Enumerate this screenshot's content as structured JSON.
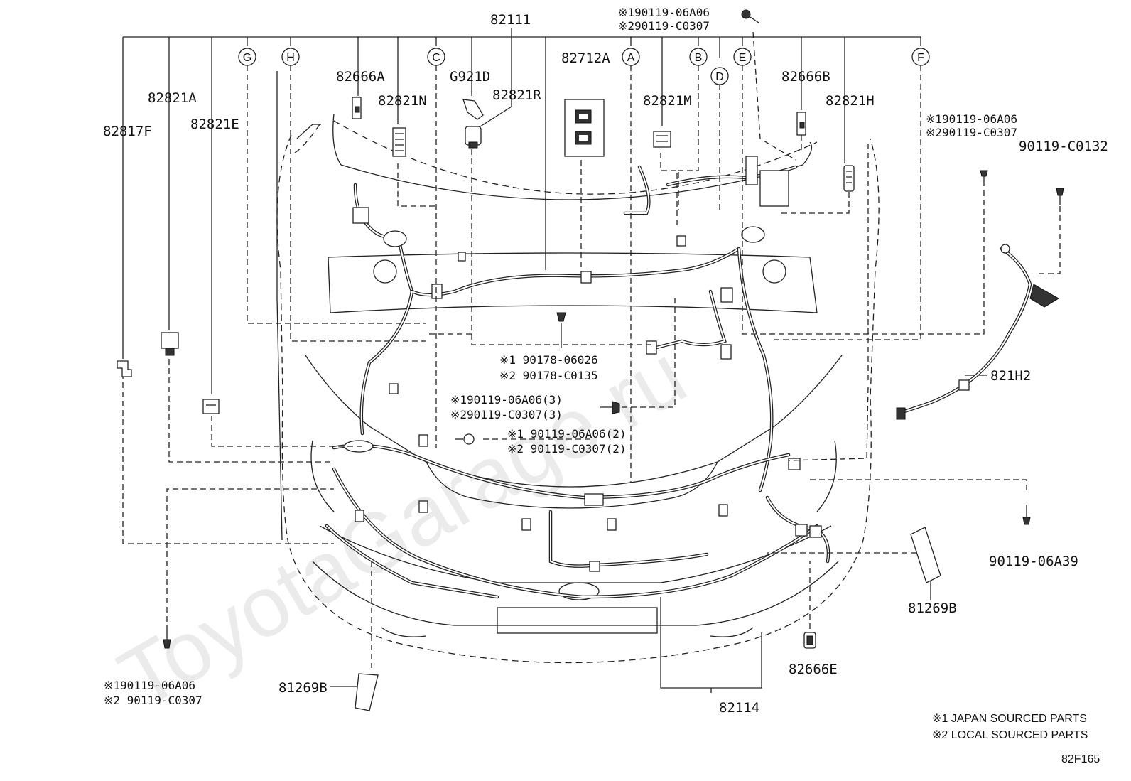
{
  "watermark": "ToyotaGarage.ru",
  "labels": {
    "p82111": "82111",
    "p82114": "82114",
    "p82817F": "82817F",
    "p82821A": "82821A",
    "p82821E": "82821E",
    "p82666A": "82666A",
    "p82821N": "82821N",
    "pG921D": "G921D",
    "p82821R": "82821R",
    "p82712A": "82712A",
    "p82821M": "82821M",
    "p82666B": "82666B",
    "p82821H": "82821H",
    "p821H2": "821H2",
    "p81269B_right": "81269B",
    "p81269B_left": "81269B",
    "p82666E": "82666E",
    "p90119_C0132": "90119-C0132",
    "p90119_06A39": "90119-06A39"
  },
  "fasteners": {
    "top": [
      "※190119-06A06",
      "※290119-C0307"
    ],
    "right": [
      "※190119-06A06",
      "※290119-C0307"
    ],
    "center": [
      "※1 90178-06026",
      "※2 90178-C0135"
    ],
    "mid3": [
      "※190119-06A06(3)",
      "※290119-C0307(3)"
    ],
    "mid2": [
      "※1 90119-06A06(2)",
      "※2 90119-C0307(2)"
    ],
    "bottom_left": [
      "※190119-06A06",
      "※2 90119-C0307"
    ]
  },
  "refs": [
    "A",
    "B",
    "C",
    "D",
    "E",
    "F",
    "G",
    "H"
  ],
  "legend": [
    "※1 JAPAN SOURCED PARTS",
    "※2 LOCAL SOURCED PARTS"
  ],
  "figure_code": "82F165"
}
